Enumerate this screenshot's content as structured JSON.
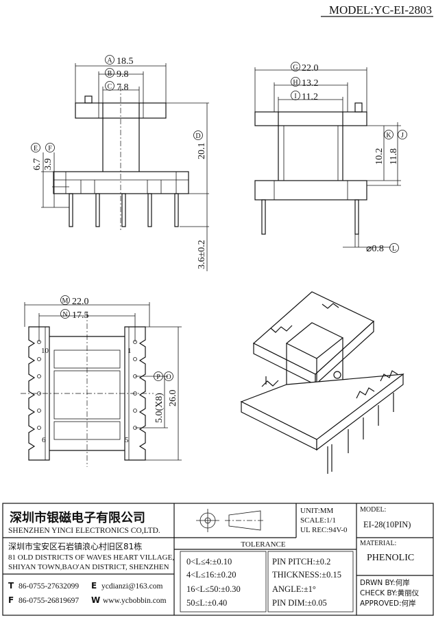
{
  "header": {
    "model": "MODEL:YC-EI-2803"
  },
  "dims_front": {
    "A": "18.5",
    "B": "9.8",
    "C": "7.8",
    "D": "20.1",
    "E": "6.7",
    "F": "3.9",
    "pin_length": "3.6±0.2"
  },
  "dims_side": {
    "G": "22.0",
    "H": "13.2",
    "I": "11.2",
    "K": "10.2",
    "J": "11.8",
    "pin_dia": "⌀0.8"
  },
  "dims_bottom": {
    "M": "22.0",
    "N": "17.5",
    "pitch": "5.0(X8)",
    "height": "26.0",
    "pin_10": "10",
    "pin_1": "1",
    "pin_6": "6",
    "pin_5": "5"
  },
  "letters": {
    "A": "A",
    "B": "B",
    "C": "C",
    "D": "D",
    "E": "E",
    "F": "F",
    "G": "G",
    "H": "H",
    "I": "I",
    "J": "J",
    "K": "K",
    "L": "L",
    "M": "M",
    "N": "N",
    "O": "O",
    "P": "P"
  },
  "company": {
    "name_cn": "深圳市银磁电子有限公司",
    "name_en": "SHENZHEN YINCI ELECTRONICS CO,LTD.",
    "address_cn": "深圳市宝安区石岩镇浪心村旧区81栋",
    "address_en_1": "81 OLD DISTRICTS OF WAVES HEART VILLAGE,",
    "address_en_2": "SHIYAN TOWN,BAO'AN DISTRICT, SHENZHEN",
    "tel_label": "T",
    "tel": "86-0755-27632099",
    "email_label": "E",
    "email": "ycdianzi@163.com",
    "fax_label": "F",
    "fax": "86-0755-26819697",
    "web_label": "W",
    "web": "www.ycbobbin.com"
  },
  "specs": {
    "unit": "UNIT:MM",
    "scale": "SCALE:1/1",
    "ul": "UL REC:94V-0",
    "tolerance_title": "TOLERANCE",
    "tol_1": "0<L≤4:±0.10",
    "tol_2": "4<L≤16:±0.20",
    "tol_3": "16<L≤50:±0.30",
    "tol_4": "50≤L:±0.40",
    "pin_pitch": "PIN PITCH:±0.2",
    "thickness": "THICKNESS:±0.15",
    "angle": "ANGLE:±1°",
    "pin_dim": "PIN DIM:±0.05"
  },
  "model_box": {
    "model_label": "MODEL:",
    "model_value": "EI-28(10PIN)",
    "material_label": "MATERIAL:",
    "material_value": "PHENOLIC",
    "drawn": "DRWN BY:何岸",
    "check": "CHECK BY:黄丽仪",
    "approved": "APPROVED:何岸"
  }
}
